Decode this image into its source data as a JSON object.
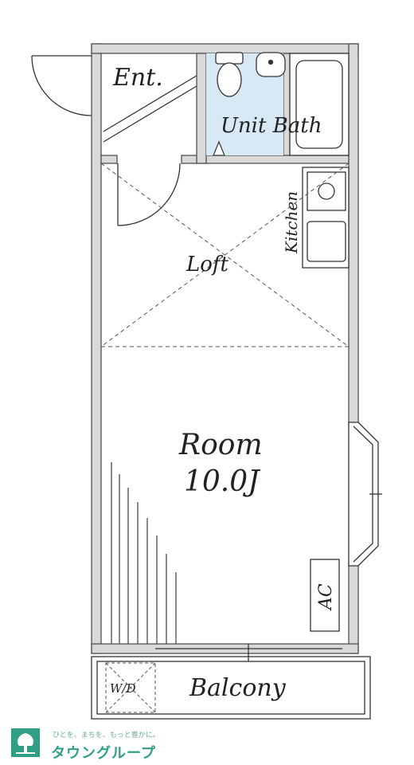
{
  "rooms": {
    "entrance": "Ent.",
    "unit_bath": "Unit Bath",
    "kitchen": "Kitchen",
    "loft": "Loft",
    "room_name": "Room",
    "room_size": "10.0J",
    "ac": "AC",
    "washer_dryer": "W/D",
    "balcony": "Balcony"
  },
  "brand": {
    "tagline": "ひとを、まちを、もっと豊かに。",
    "name": "タウングループ",
    "color": "#2f9f86"
  },
  "colors": {
    "wall": "#d9d9d9",
    "bath_fill": "#d6e9f5",
    "line": "#333333"
  }
}
